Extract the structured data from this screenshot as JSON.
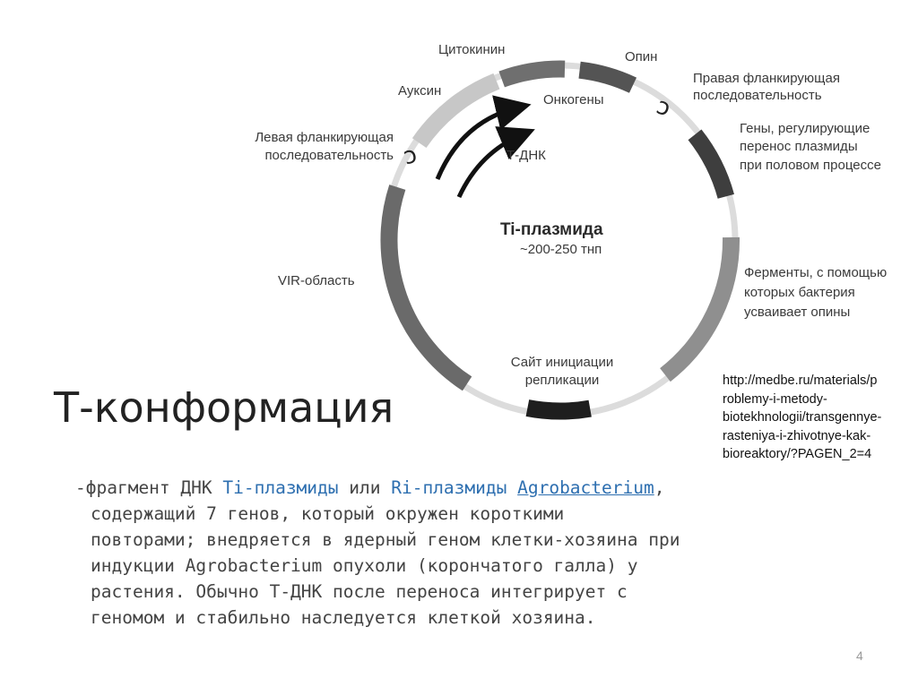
{
  "diagram": {
    "title": "Ti-плазмида",
    "subtitle": "~200-250 тнп",
    "labels": {
      "cytokinin": "Цитокинин",
      "opine": "Опин",
      "auxin": "Ауксин",
      "oncogenes": "Онкогены",
      "tdna": "Т-ДНК",
      "right_flank": [
        "Правая фланкирующая",
        "последовательность"
      ],
      "left_flank": [
        "Левая фланкирующая",
        "последовательность"
      ],
      "transfer_genes": [
        "Гены, регулирующие",
        "перенос плазмиды",
        "при половом процессе"
      ],
      "vir": "VIR-область",
      "enzymes": [
        "Ферменты, с помощью",
        "которых бактерия",
        "усваивает опины"
      ],
      "replication": [
        "Сайт инициации",
        "репликации"
      ]
    }
  },
  "slide": {
    "title": "Т-конформация",
    "source": [
      "http://medbe.ru/materials/p",
      "roblemy-i-metody-",
      "biotekhnologii/transgennye-",
      "rasteniya-i-zhivotnye-kak-",
      "bioreaktory/?PAGEN_2=4"
    ],
    "body": {
      "prefix": "-фрагмент ДНК ",
      "ti": "Ti-плазмиды",
      "or": " или ",
      "ri": "Ri-плазмиды",
      "space": " ",
      "agro": "Agrobacterium",
      "comma": ",",
      "lines": [
        "содержащий 7 генов, который окружен короткими",
        "повторами; внедряется в ядерный геном клетки-хозяина при",
        "индукции Agrobacterium опухоли (корончатого галла) у",
        "растения. Обычно Т-ДНК после переноса интегрирует с",
        "геномом и стабильно наследуется клеткой хозяина."
      ]
    },
    "page_number": "4"
  }
}
